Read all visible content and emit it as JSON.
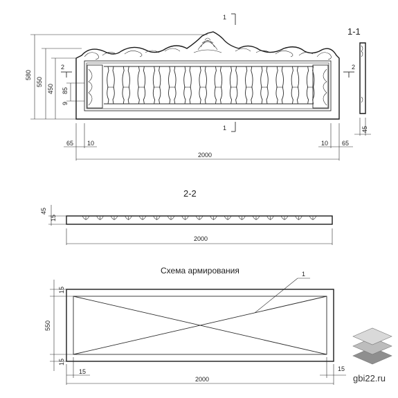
{
  "elevation": {
    "section_mark_top": "1",
    "section_mark_bottom": "1",
    "section_mark_side_2": "2",
    "section_mark_side_right": "2",
    "dim_580": "580",
    "dim_550": "550",
    "dim_450": "450",
    "dim_85": "85",
    "dim_9": "9",
    "dim_65_left": "65",
    "dim_10_left": "10",
    "dim_10_right": "10",
    "dim_65_right": "65",
    "dim_2000": "2000"
  },
  "section_1_1": {
    "title": "1-1",
    "dim_45": "45"
  },
  "section_2_2": {
    "title": "2-2",
    "dim_45": "45",
    "dim_15": "15",
    "dim_2000": "2000"
  },
  "reinforcement": {
    "title": "Схема армирования",
    "callout": "1",
    "dim_15_top": "15",
    "dim_550": "550",
    "dim_15_bottom": "15",
    "dim_15_left": "15",
    "dim_15_right": "15",
    "dim_2000": "2000"
  },
  "logo": {
    "text": "gbi22.ru",
    "colors": [
      "#d9d9d9",
      "#bdbdbd",
      "#8f8f8f"
    ]
  }
}
